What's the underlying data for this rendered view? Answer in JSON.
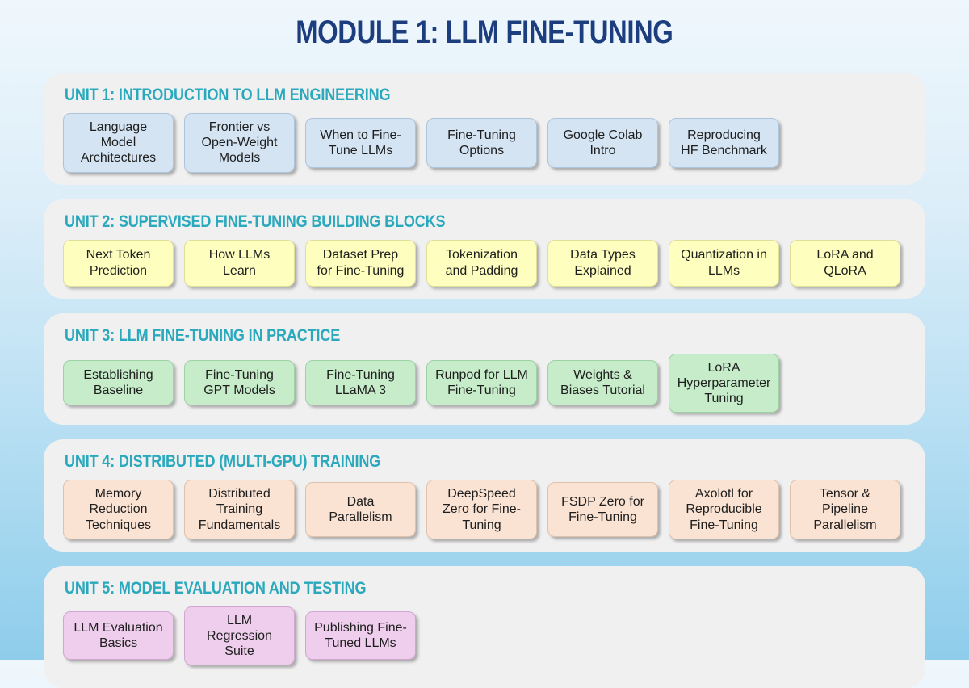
{
  "title": "MODULE 1: LLM FINE-TUNING",
  "colors": {
    "title_text": "#1c3e7e",
    "unit_heading_text": "#2aa9bd",
    "panel_bg": "#f0f0f1",
    "background_top": "#eff7fc",
    "background_bottom": "#8ecdeb"
  },
  "units": [
    {
      "title": "UNIT 1: INTRODUCTION TO LLM ENGINEERING",
      "card_bg": "#d4e4f3",
      "card_border": "#adc5dc",
      "cards": [
        "Language Model Architectures",
        "Frontier vs Open-Weight Models",
        "When to Fine-Tune LLMs",
        "Fine-Tuning Options",
        "Google Colab Intro",
        "Reproducing HF Benchmark"
      ]
    },
    {
      "title": "UNIT 2: SUPERVISED FINE-TUNING BUILDING BLOCKS",
      "card_bg": "#feffbe",
      "card_border": "#dedf99",
      "cards": [
        "Next Token Prediction",
        "How LLMs Learn",
        "Dataset Prep for Fine-Tuning",
        "Tokenization and Padding",
        "Data Types Explained",
        "Quantization in LLMs",
        "LoRA and QLoRA"
      ]
    },
    {
      "title": "UNIT 3: LLM FINE-TUNING IN PRACTICE",
      "card_bg": "#c6ecc9",
      "card_border": "#9cd2a4",
      "cards": [
        "Establishing Baseline",
        "Fine-Tuning GPT Models",
        "Fine-Tuning LLaMA 3",
        "Runpod for LLM Fine-Tuning",
        "Weights & Biases Tutorial",
        "LoRA Hyperparameter Tuning"
      ]
    },
    {
      "title": "UNIT 4: DISTRIBUTED (MULTI-GPU) TRAINING",
      "card_bg": "#fae3d3",
      "card_border": "#e0c1ac",
      "cards": [
        "Memory Reduction Techniques",
        "Distributed Training Fundamentals",
        "Data Parallelism",
        "DeepSpeed Zero for Fine-Tuning",
        "FSDP Zero for Fine-Tuning",
        "Axolotl for Reproducible Fine-Tuning",
        "Tensor & Pipeline Parallelism"
      ]
    },
    {
      "title": "UNIT 5: MODEL EVALUATION AND TESTING",
      "card_bg": "#eeceec",
      "card_border": "#d1a7cf",
      "cards": [
        "LLM Evaluation Basics",
        "LLM Regression Suite",
        "Publishing Fine-Tuned LLMs"
      ]
    }
  ]
}
